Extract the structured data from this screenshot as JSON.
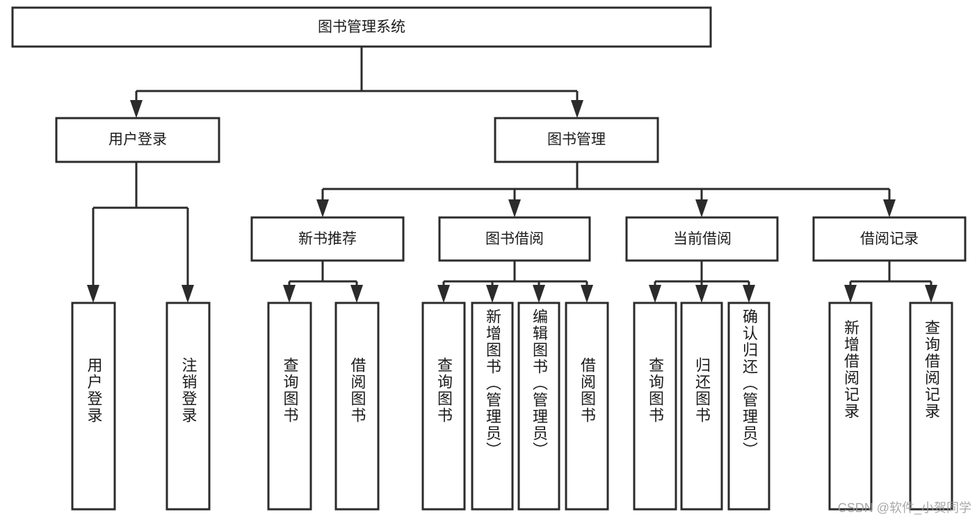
{
  "diagram": {
    "type": "tree-hierarchy",
    "title": "图书管理系统",
    "orientation": "top-down",
    "colors": {
      "stroke": "#2b2b2b",
      "fill": "#ffffff",
      "text": "#1b1b1b",
      "background": "#ffffff",
      "watermark": "#9a9a9a"
    },
    "root": {
      "label": "图书管理系统"
    },
    "level2": [
      {
        "label": "用户登录"
      },
      {
        "label": "图书管理"
      }
    ],
    "level3": [
      {
        "label": "新书推荐"
      },
      {
        "label": "图书借阅"
      },
      {
        "label": "当前借阅"
      },
      {
        "label": "借阅记录"
      }
    ],
    "leaves": {
      "user_login": [
        {
          "label": "用户登录"
        },
        {
          "label": "注销登录"
        }
      ],
      "new_book": [
        {
          "label": "查询图书"
        },
        {
          "label": "借阅图书"
        }
      ],
      "book_borrow": [
        {
          "label": "查询图书"
        },
        {
          "label": "新增图书（管理员）"
        },
        {
          "label": "编辑图书（管理员）"
        },
        {
          "label": "借阅图书"
        }
      ],
      "current_borrow": [
        {
          "label": "查询图书"
        },
        {
          "label": "归还图书"
        },
        {
          "label": "确认归还（管理员）"
        }
      ],
      "borrow_record": [
        {
          "label": "新增借阅记录"
        },
        {
          "label": "查询借阅记录"
        }
      ]
    },
    "watermark": "CSDN @软件_小贺同学"
  }
}
